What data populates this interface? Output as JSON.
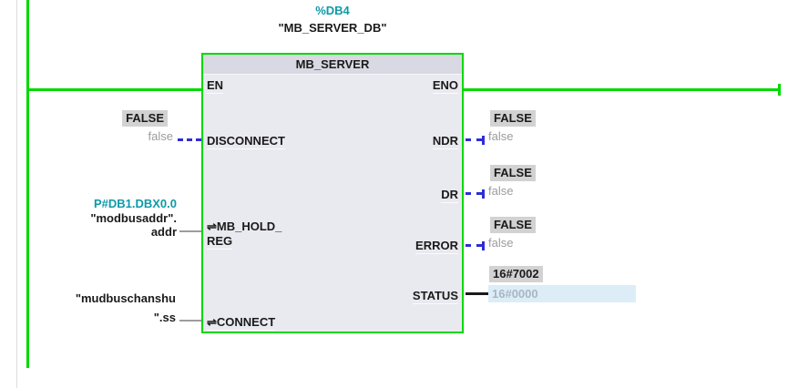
{
  "colors": {
    "wire_green": "#00d900",
    "accent_teal": "#0e9aa9",
    "connector_blue": "#2d2dd8",
    "monitor_box_bg": "#d2d2d2",
    "status_edit_bg": "#dcedf8"
  },
  "icons": {
    "inout": "⇌"
  },
  "call_header": {
    "db_address": "%DB4",
    "db_name": "\"MB_SERVER_DB\""
  },
  "block": {
    "title": "MB_SERVER",
    "pins": {
      "en": "EN",
      "eno": "ENO",
      "disconnect": "DISCONNECT",
      "mb_hold_line1": "MB_HOLD_",
      "mb_hold_line2": "REG",
      "connect": "CONNECT",
      "ndr": "NDR",
      "dr": "DR",
      "error": "ERROR",
      "status": "STATUS"
    }
  },
  "operands": {
    "disconnect": {
      "monitor": "FALSE",
      "value": "false"
    },
    "mb_hold_reg": {
      "pointer": "P#DB1.DBX0.0",
      "name_line1": "\"modbusaddr\".",
      "name_line2": "addr"
    },
    "connect": {
      "name_line1": "\"mudbuschanshu",
      "name_line2": "\".ss"
    },
    "ndr": {
      "monitor": "FALSE",
      "value": "false"
    },
    "dr": {
      "monitor": "FALSE",
      "value": "false"
    },
    "error": {
      "monitor": "FALSE",
      "value": "false"
    },
    "status": {
      "monitor": "16#7002",
      "value": "16#0000"
    }
  }
}
